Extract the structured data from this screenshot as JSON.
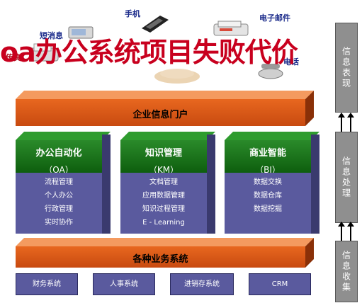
{
  "channels": {
    "sms": "短消息",
    "phone": "手机",
    "email": "电子邮件",
    "fax": "传真",
    "tel": "电话"
  },
  "headline": "oa办公系统项目失败代价",
  "portal": "企业信息门户",
  "modules": [
    {
      "title": "办公自动化",
      "abbr": "（OA）",
      "items": [
        "流程管理",
        "个人办公",
        "行政管理",
        "实时协作"
      ]
    },
    {
      "title": "知识管理",
      "abbr": "（KM）",
      "items": [
        "文档管理",
        "应用数据管理",
        "知识过程管理",
        "E - Learning"
      ]
    },
    {
      "title": "商业智能",
      "abbr": "（BI）",
      "items": [
        "数据交换",
        "数据仓库",
        "数据挖掘"
      ]
    }
  ],
  "business_layer": "各种业务系统",
  "business_systems": [
    "财务系统",
    "人事系统",
    "进销存系统",
    "CRM"
  ],
  "side_flow": [
    "信息表现",
    "信息处理",
    "信息收集"
  ],
  "colors": {
    "portal": "#e06a20",
    "module_header": "#1c7a1c",
    "module_body": "#5a5a9e",
    "side_box": "#8f8f8f",
    "headline": "#c8001e"
  }
}
